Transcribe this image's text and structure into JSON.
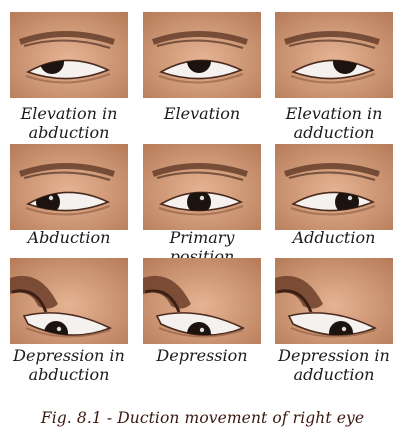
{
  "panels": [
    {
      "caption": "Elevation in abduction",
      "gaze": "up-left"
    },
    {
      "caption": "Elevation",
      "gaze": "up"
    },
    {
      "caption": "Elevation in adduction",
      "gaze": "up-right"
    },
    {
      "caption": "Abduction",
      "gaze": "left"
    },
    {
      "caption": "Primary position",
      "gaze": "center"
    },
    {
      "caption": "Adduction",
      "gaze": "right"
    },
    {
      "caption": "Depression in abduction",
      "gaze": "down-left"
    },
    {
      "caption": "Depression",
      "gaze": "down"
    },
    {
      "caption": "Depression in adduction",
      "gaze": "down-right"
    }
  ],
  "figure_caption": "Fig. 8.1 - Duction movement of right eye",
  "colors": {
    "skin_light": "#e6b493",
    "skin_dark": "#b57a58",
    "caption_text": "#3a1810"
  }
}
